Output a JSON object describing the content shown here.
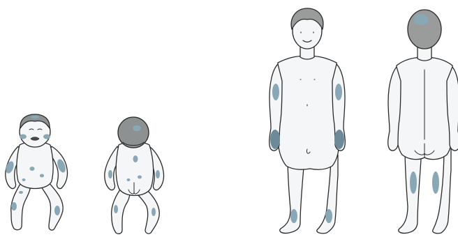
{
  "figures": [
    {
      "id": "infant-front",
      "view": "front"
    },
    {
      "id": "infant-back",
      "view": "back"
    },
    {
      "id": "child-front",
      "view": "front"
    },
    {
      "id": "child-back",
      "view": "back"
    }
  ],
  "colors": {
    "skin_fill": "#f4f6f7",
    "outline": "#2a2a2a",
    "lesion": "#8aa7b5",
    "lesion_dark": "#6d8a99",
    "hair_infant": "#8d9192",
    "hair_child": "#9a9b9b"
  }
}
